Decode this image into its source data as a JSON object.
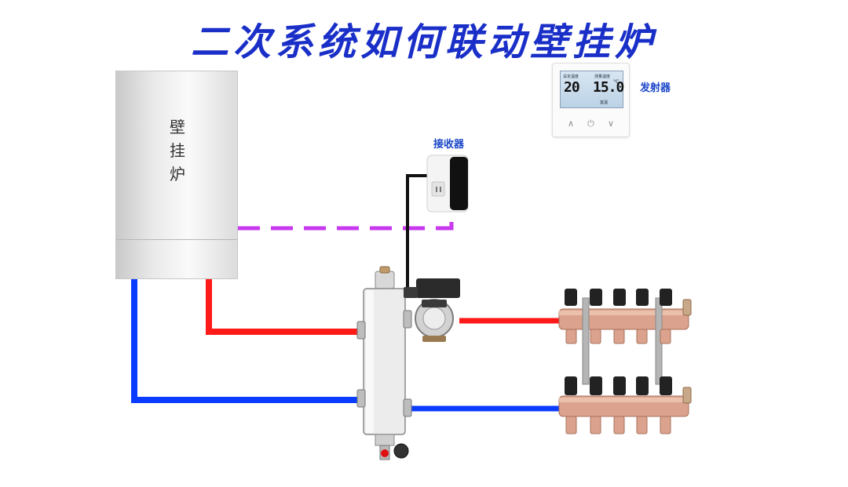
{
  "title": "二次系统如何联动壁挂炉",
  "boiler": {
    "label": "壁挂炉"
  },
  "receiver": {
    "label": "接收器"
  },
  "transmitter": {
    "label": "发射器"
  },
  "thermostat": {
    "set_label": "设定温度",
    "measured_label": "测量温度",
    "set_value": "20",
    "measured_value": "15.0",
    "unit": "°C",
    "mode_label": "室温",
    "buttons": [
      "∧",
      "⏻",
      "∨"
    ]
  },
  "colors": {
    "title": "#1a2fc8",
    "label": "#1a46c8",
    "supply_pipe": "#ff1a1a",
    "return_pipe": "#0a3cff",
    "signal_line": "#c838ec",
    "wire": "#111111",
    "brass": "#d9a08a"
  }
}
